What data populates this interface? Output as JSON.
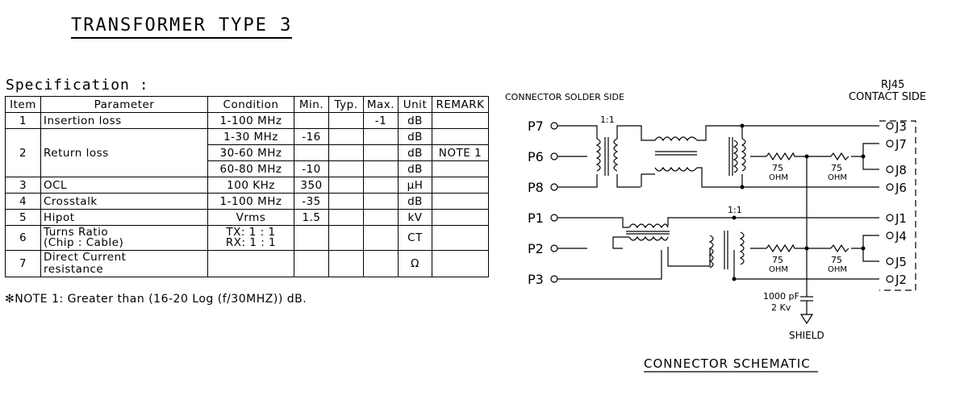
{
  "title": "TRANSFORMER TYPE 3",
  "spec_label": "Specification :",
  "table": {
    "headers": [
      "Item",
      "Parameter",
      "Condition",
      "Min.",
      "Typ.",
      "Max.",
      "Unit",
      "REMARK"
    ],
    "rows": [
      {
        "item": "1",
        "parameter": "Insertion loss",
        "condition": "1-100 MHz",
        "min": "",
        "typ": "",
        "max": "-1",
        "unit": "dB",
        "remark": ""
      },
      {
        "item": "2",
        "parameter": "Return loss",
        "sub": [
          {
            "condition": "1-30 MHz",
            "min": "-16",
            "typ": "",
            "max": "",
            "unit": "dB",
            "remark": ""
          },
          {
            "condition": "30-60 MHz",
            "min": "",
            "typ": "",
            "max": "",
            "unit": "dB",
            "remark": "NOTE 1"
          },
          {
            "condition": "60-80 MHz",
            "min": "-10",
            "typ": "",
            "max": "",
            "unit": "dB",
            "remark": ""
          }
        ]
      },
      {
        "item": "3",
        "parameter": "OCL",
        "condition": "100 KHz",
        "min": "350",
        "typ": "",
        "max": "",
        "unit": "μH",
        "remark": ""
      },
      {
        "item": "4",
        "parameter": "Crosstalk",
        "condition": "1-100 MHz",
        "min": "-35",
        "typ": "",
        "max": "",
        "unit": "dB",
        "remark": ""
      },
      {
        "item": "5",
        "parameter": "Hipot",
        "condition": "Vrms",
        "min": "1.5",
        "typ": "",
        "max": "",
        "unit": "kV",
        "remark": ""
      },
      {
        "item": "6",
        "parameter": "Turns Ratio",
        "parameter2": "(Chip : Cable)",
        "condition": "TX: 1 : 1",
        "condition2": "RX: 1 : 1",
        "min": "",
        "typ": "",
        "max": "",
        "unit": "CT",
        "remark": ""
      },
      {
        "item": "7",
        "parameter": "Direct Current",
        "parameter2": "resistance",
        "condition": "",
        "min": "",
        "typ": "",
        "max": "",
        "unit": "Ω",
        "remark": ""
      }
    ]
  },
  "note": "✻NOTE 1: Greater than (16-20 Log (f/30MHZ)) dB.",
  "schematic": {
    "solder_side_label": "CONNECTOR SOLDER SIDE",
    "rj45_label": "RJ45",
    "contact_side_label": "CONTACT SIDE",
    "left_pins": [
      "P7",
      "P6",
      "P8",
      "P1",
      "P2",
      "P3"
    ],
    "right_pins": [
      "J3",
      "J7",
      "J8",
      "J6",
      "J1",
      "J4",
      "J5",
      "J2"
    ],
    "ratio_label": "1:1",
    "resistor_value": "75",
    "resistor_unit": "OHM",
    "capacitor_value": "1000 pF",
    "capacitor_voltage": "2 Kv",
    "shield_label": "SHIELD",
    "caption": "CONNECTOR SCHEMATIC"
  }
}
